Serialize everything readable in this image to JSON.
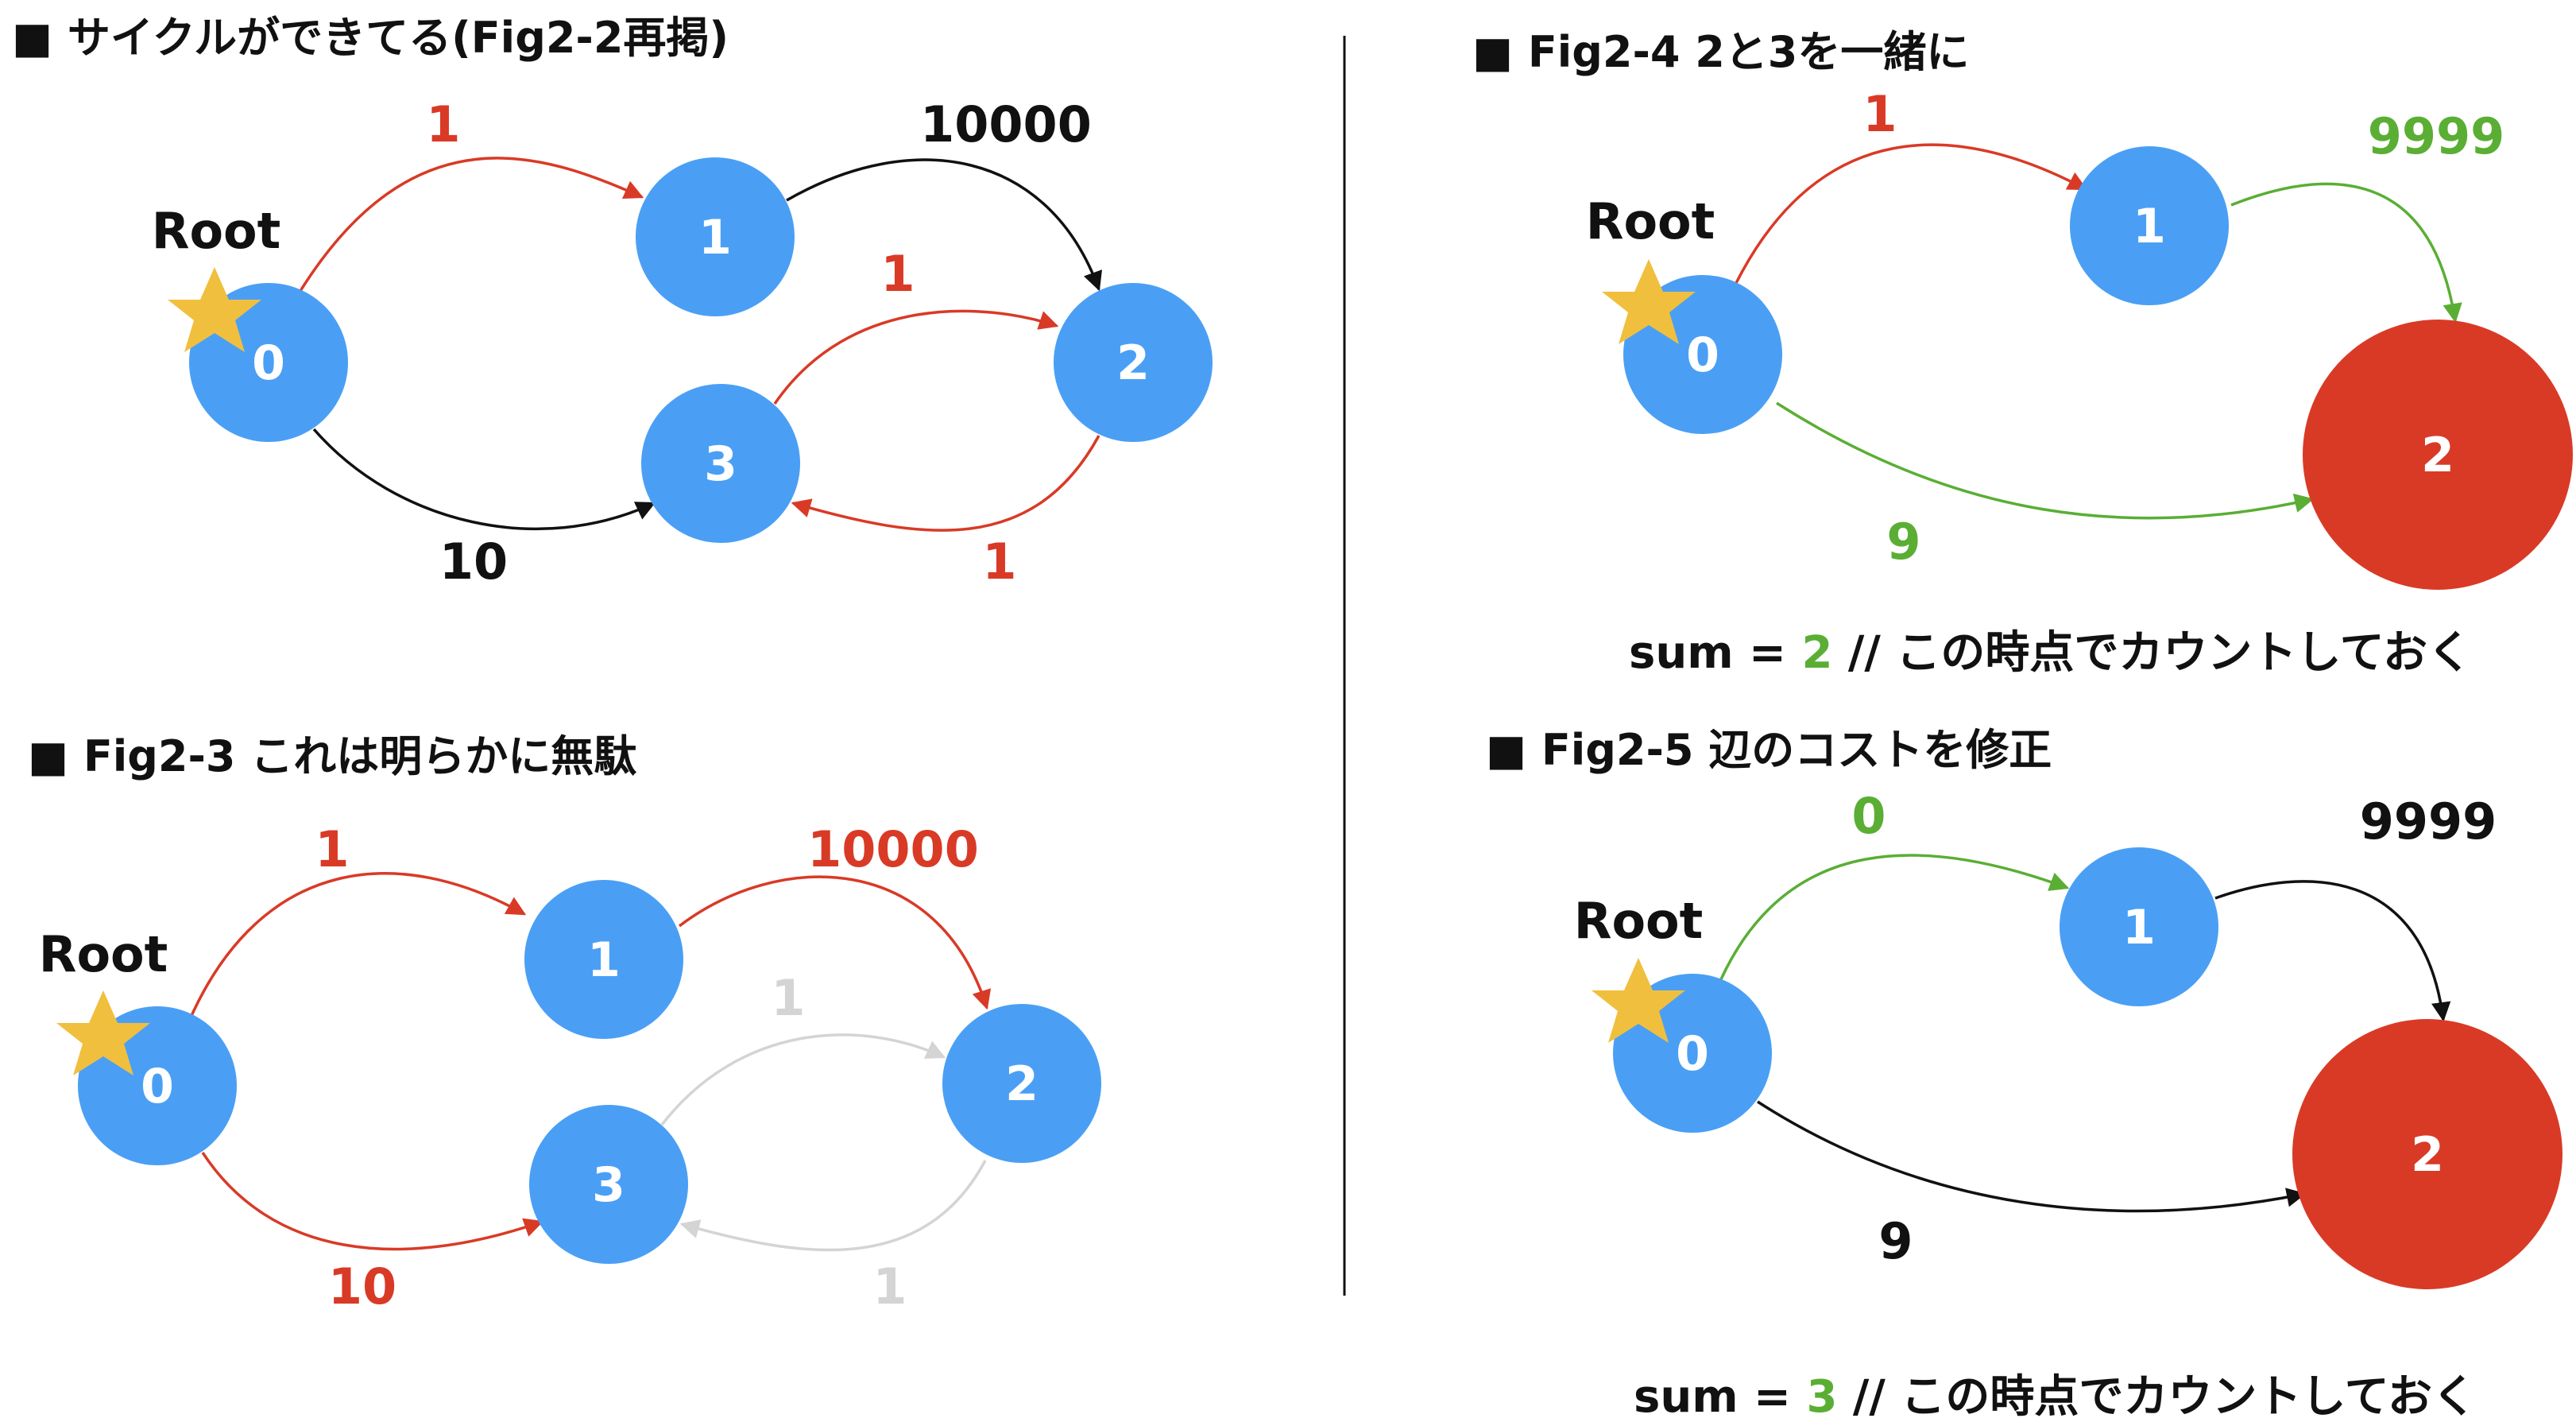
{
  "colors": {
    "node": "#4a9ff5",
    "node_highlight": "#d93a26",
    "red": "#d93a26",
    "black": "#111111",
    "green": "#5aae34",
    "gray": "#d4d4d4",
    "star": "#f1bf3e"
  },
  "icons": {
    "root_marker": "star-icon",
    "section_marker": "black-square"
  },
  "panels": {
    "fig22": {
      "title": "■ サイクルができてる(Fig2-2再掲)",
      "root_label": "Root",
      "nodes": [
        "0",
        "1",
        "2",
        "3"
      ],
      "edges": [
        {
          "from": "0",
          "to": "1",
          "weight": "1",
          "color": "red"
        },
        {
          "from": "1",
          "to": "2",
          "weight": "10000",
          "color": "black"
        },
        {
          "from": "3",
          "to": "2",
          "weight": "1",
          "color": "red"
        },
        {
          "from": "2",
          "to": "3",
          "weight": "1",
          "color": "red"
        },
        {
          "from": "0",
          "to": "3",
          "weight": "10",
          "color": "black"
        }
      ]
    },
    "fig23": {
      "title": "■ Fig2-3 これは明らかに無駄",
      "root_label": "Root",
      "nodes": [
        "0",
        "1",
        "2",
        "3"
      ],
      "edges": [
        {
          "from": "0",
          "to": "1",
          "weight": "1",
          "color": "red"
        },
        {
          "from": "1",
          "to": "2",
          "weight": "10000",
          "color": "red"
        },
        {
          "from": "3",
          "to": "2",
          "weight": "1",
          "color": "gray"
        },
        {
          "from": "2",
          "to": "3",
          "weight": "1",
          "color": "gray"
        },
        {
          "from": "0",
          "to": "3",
          "weight": "10",
          "color": "red"
        }
      ]
    },
    "fig24": {
      "title": "■ Fig2-4 2と3を一緒に",
      "root_label": "Root",
      "nodes": [
        "0",
        "1",
        "2"
      ],
      "edges": [
        {
          "from": "0",
          "to": "1",
          "weight": "1",
          "color": "red"
        },
        {
          "from": "1",
          "to": "2",
          "weight": "9999",
          "color": "green"
        },
        {
          "from": "0",
          "to": "2",
          "weight": "9",
          "color": "green"
        }
      ],
      "sum": {
        "prefix": "sum = ",
        "value": "2",
        "suffix": " // この時点でカウントしておく"
      }
    },
    "fig25": {
      "title": "■ Fig2-5 辺のコストを修正",
      "root_label": "Root",
      "nodes": [
        "0",
        "1",
        "2"
      ],
      "edges": [
        {
          "from": "0",
          "to": "1",
          "weight": "0",
          "color": "green"
        },
        {
          "from": "1",
          "to": "2",
          "weight": "9999",
          "color": "black"
        },
        {
          "from": "0",
          "to": "2",
          "weight": "9",
          "color": "black"
        }
      ],
      "sum": {
        "prefix": "sum = ",
        "value": "3",
        "suffix": " // この時点でカウントしておく"
      }
    }
  }
}
